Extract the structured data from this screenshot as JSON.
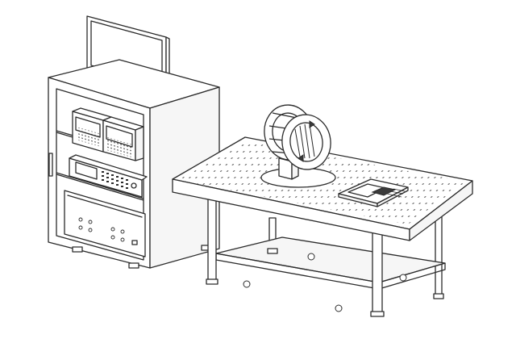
{
  "scene": {
    "caption": "",
    "components": [
      {
        "id": "monitor",
        "label": ""
      },
      {
        "id": "equipment-cabinet",
        "label": ""
      },
      {
        "id": "signal-analyzer-left",
        "label": ""
      },
      {
        "id": "signal-analyzer-right",
        "label": ""
      },
      {
        "id": "function-generator",
        "label": ""
      },
      {
        "id": "power-supply",
        "label": ""
      },
      {
        "id": "optical-table",
        "label": ""
      },
      {
        "id": "coil-assembly",
        "label": ""
      },
      {
        "id": "circuit-board",
        "label": ""
      }
    ]
  },
  "colors": {
    "line": "#2b2b2b",
    "background": "#ffffff",
    "panel": "#f6f6f6"
  }
}
